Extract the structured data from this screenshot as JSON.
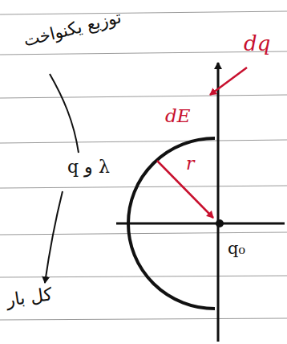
{
  "diagram": {
    "labels": [
      "توزیع یکنواخت",
      "λ و q",
      "کل بار",
      "dq",
      "dE",
      "r",
      "q₀"
    ]
  }
}
